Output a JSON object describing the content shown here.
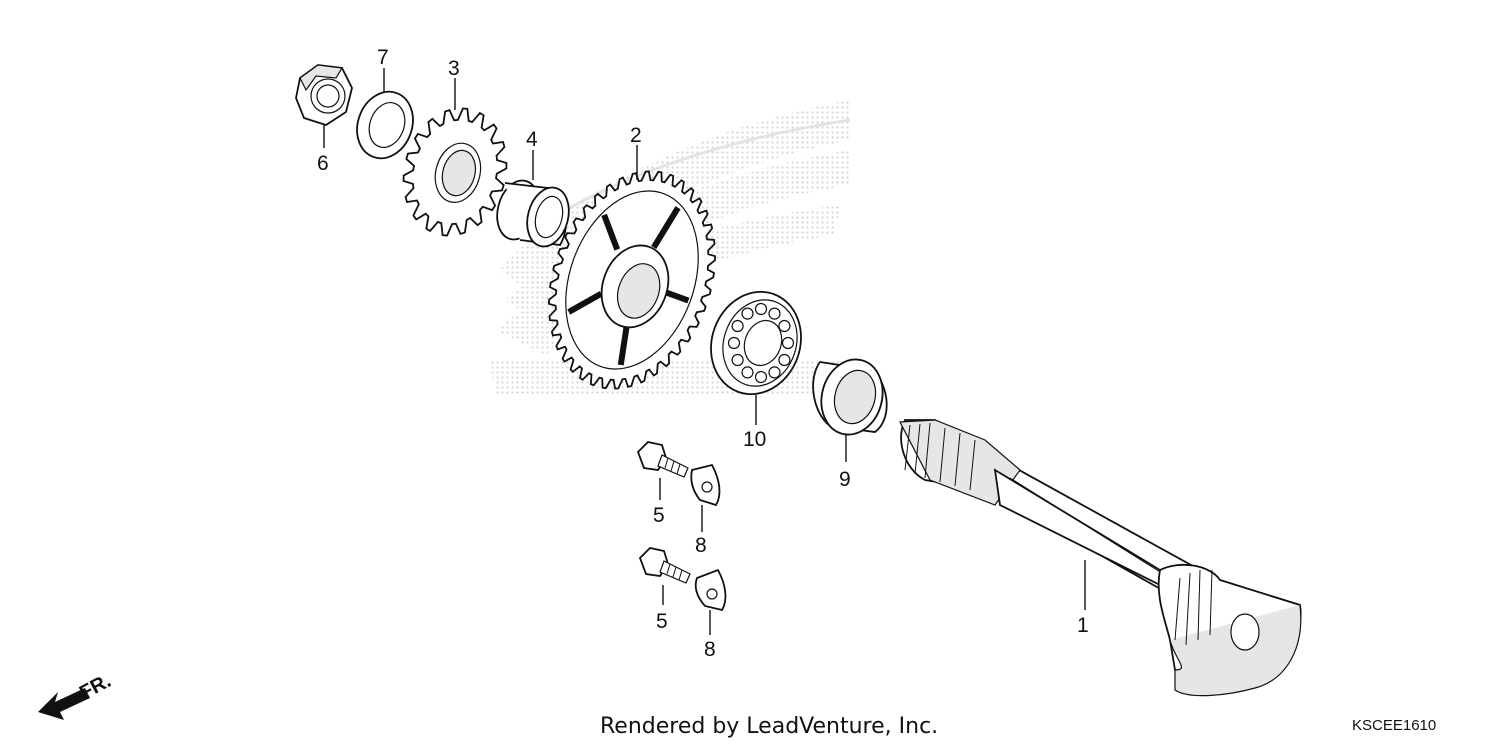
{
  "callouts": [
    {
      "id": "1",
      "label": "1"
    },
    {
      "id": "2",
      "label": "2"
    },
    {
      "id": "3",
      "label": "3"
    },
    {
      "id": "4",
      "label": "4"
    },
    {
      "id": "5a",
      "label": "5"
    },
    {
      "id": "5b",
      "label": "5"
    },
    {
      "id": "6",
      "label": "6"
    },
    {
      "id": "7",
      "label": "7"
    },
    {
      "id": "8a",
      "label": "8"
    },
    {
      "id": "8b",
      "label": "8"
    },
    {
      "id": "9",
      "label": "9"
    },
    {
      "id": "10",
      "label": "10"
    }
  ],
  "direction_label": "FR.",
  "credit": "Rendered by LeadVenture, Inc.",
  "diagram_code": "KSCEE1610",
  "colors": {
    "ink": "#111111",
    "watermark": "#d9d9d9",
    "background": "#ffffff"
  }
}
